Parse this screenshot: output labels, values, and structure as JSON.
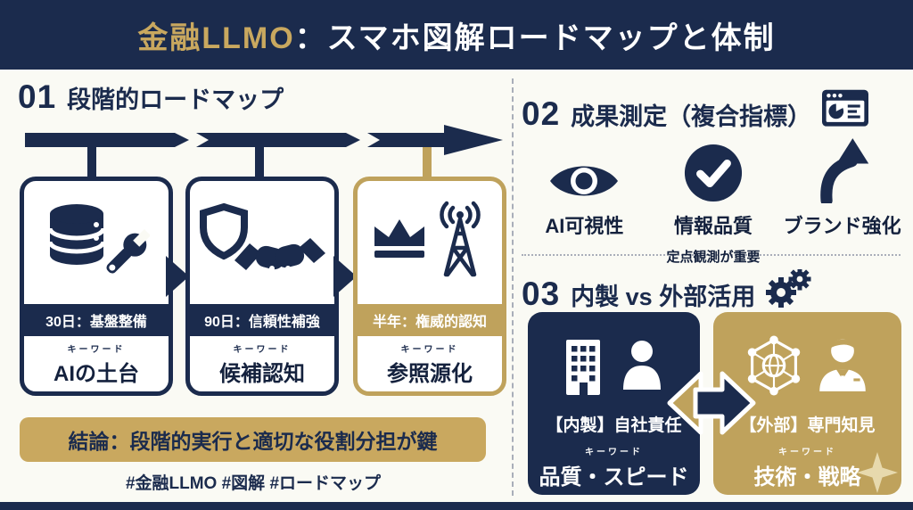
{
  "colors": {
    "navy": "#1b2b4d",
    "gold": "#bfa25c",
    "gold_light": "#e7d9ad",
    "background": "#fafaf4"
  },
  "header": {
    "title_accent": "金融LLMO",
    "title_rest": "：スマホ図解ロードマップと体制"
  },
  "roadmap": {
    "number": "01",
    "title": "段階的ロードマップ",
    "steps": [
      {
        "milestone": "30日：基盤整備",
        "keyword_label": "キーワード",
        "keyword": "AIの土台",
        "icons": [
          "database-icon",
          "wrench-icon"
        ],
        "theme": "navy"
      },
      {
        "milestone": "90日：信頼性補強",
        "keyword_label": "キーワード",
        "keyword": "候補認知",
        "icons": [
          "shield-icon",
          "handshake-icon"
        ],
        "theme": "navy"
      },
      {
        "milestone": "半年：権威的認知",
        "keyword_label": "キーワード",
        "keyword": "参照源化",
        "icons": [
          "crown-icon",
          "radio-tower-icon"
        ],
        "theme": "gold"
      }
    ],
    "conclusion": "結論：段階的実行と適切な役割分担が鍵",
    "hashtags": "#金融LLMO #図解 #ロードマップ"
  },
  "measurement": {
    "number": "02",
    "title": "成果測定（複合指標）",
    "header_icon": "dashboard-icon",
    "metrics": [
      {
        "label": "AI可視性",
        "icon": "eye-icon"
      },
      {
        "label": "情報品質",
        "icon": "check-circle-icon",
        "note": "定点観測が重要"
      },
      {
        "label": "ブランド強化",
        "icon": "trend-up-arrow-icon"
      }
    ]
  },
  "structure": {
    "number": "03",
    "title": "内製 vs 外部活用",
    "header_icon": "gears-icon",
    "options": [
      {
        "heading": "【内製】自社責任",
        "keyword_label": "キーワード",
        "keyword": "品質・スピード",
        "icons": [
          "building-icon",
          "person-icon"
        ],
        "theme": "navy"
      },
      {
        "heading": "【外部】専門知見",
        "keyword_label": "キーワード",
        "keyword": "技術・戦略",
        "icons": [
          "network-icon",
          "consultant-icon"
        ],
        "theme": "gold"
      }
    ]
  }
}
